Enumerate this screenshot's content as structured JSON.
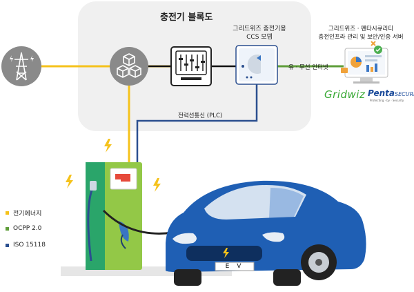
{
  "diagram": {
    "title": "충전기 블록도",
    "ccs_modem_label_line1": "그리드위즈 충전기용",
    "ccs_modem_label_line2": "CCS 모뎀",
    "server_label_line1": "그리드위즈 · 펜타시큐리티",
    "server_label_line2": "충전인프라 관리 및 보안/인증 서버",
    "internet_label": "유 · 무선 인터넷",
    "plc_label": "전력선통신 (PLC)",
    "logo_gridwiz": "Gridwiz",
    "logo_penta": "Penta",
    "logo_security": "SECURITY",
    "logo_penta_sub": "Protecting · by · Security",
    "car_plate": "E V"
  },
  "legend": [
    {
      "label": "전기에너지",
      "color": "#f5c21b"
    },
    {
      "label": "OCPP 2.0",
      "color": "#5e9d39"
    },
    {
      "label": "ISO 15118",
      "color": "#2b4f8f"
    }
  ],
  "colors": {
    "energy_line": "#f5c21b",
    "ocpp_line": "#5e9d39",
    "iso_line": "#2b4f8f",
    "block_bg": "#f0f0f0",
    "node_gray": "#888888",
    "car_blue": "#1f5fb4"
  },
  "icons": {
    "grid": "power-tower-icon",
    "distribution": "cubes-icon",
    "meter": "meter-icon",
    "modem": "modem-icon",
    "server": "dashboard-monitor-icon",
    "bolt": "lightning-icon"
  }
}
